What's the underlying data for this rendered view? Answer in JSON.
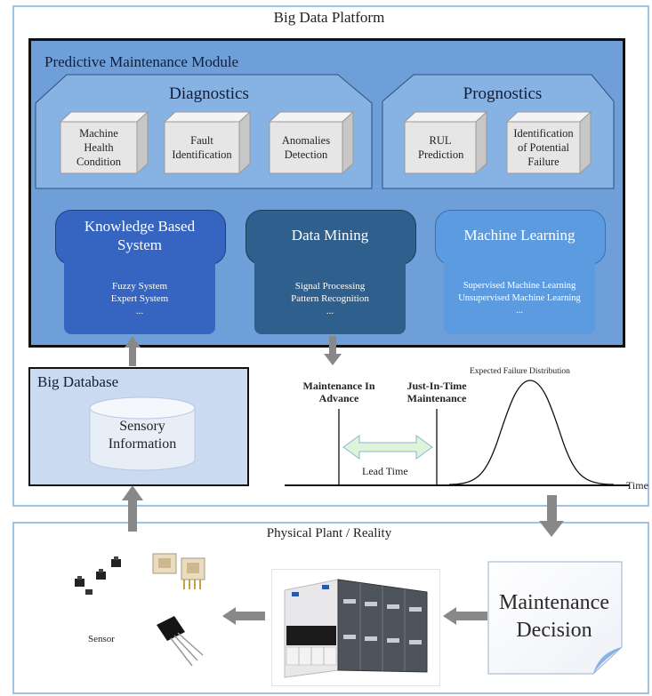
{
  "platform": {
    "title": "Big Data Platform"
  },
  "module": {
    "title": "Predictive Maintenance Module",
    "diagnostics": {
      "title": "Diagnostics",
      "items": [
        "Machine Health Condition",
        "Fault Identification",
        "Anomalies Detection"
      ]
    },
    "prognostics": {
      "title": "Prognostics",
      "items": [
        "RUL Prediction",
        "Identification of Potential Failure"
      ]
    },
    "methods": [
      {
        "title": "Knowledge Based System",
        "lines": [
          "Fuzzy System",
          "Expert System",
          "..."
        ],
        "color": "#3565c0"
      },
      {
        "title": "Data Mining",
        "lines": [
          "Signal Processing",
          "Pattern Recognition",
          "..."
        ],
        "color": "#2f5f8d"
      },
      {
        "title": "Machine Learning",
        "lines": [
          "Supervised Machine Learning",
          "Unsupervised Machine Learning",
          "..."
        ],
        "color": "#5d9be0"
      }
    ]
  },
  "database": {
    "title": "Big Database",
    "store_label": "Sensory Information"
  },
  "timeline": {
    "advance_label": "Maintenance In Advance",
    "jit_label": "Just-In-Time Maintenance",
    "dist_label": "Expected Failure Distribution",
    "lead_label": "Lead Time",
    "axis_label": "Time"
  },
  "plant": {
    "title": "Physical Plant / Reality",
    "sensor_label": "Sensor",
    "decision_label": "Maintenance Decision"
  },
  "icons": [
    "arrow-up-icon",
    "arrow-down-icon",
    "arrow-left-icon",
    "double-arrow-icon",
    "database-cylinder-icon",
    "sensor-icon",
    "machine-icon",
    "document-icon"
  ]
}
